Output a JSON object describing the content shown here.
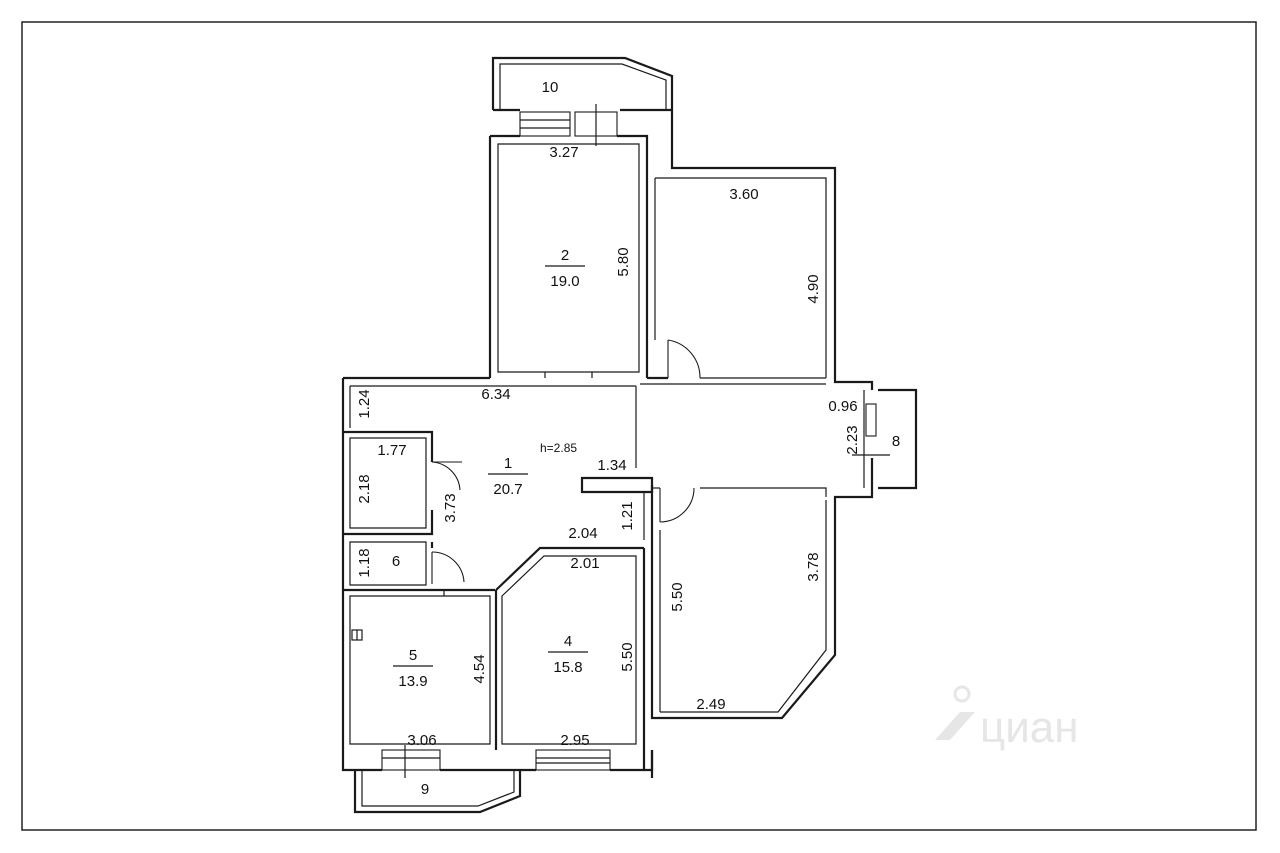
{
  "watermark": "циан",
  "ceiling_height": "h=2.85",
  "rooms": {
    "r1": {
      "number": "1",
      "area": "20.7"
    },
    "r2": {
      "number": "2",
      "area": "19.0"
    },
    "r4": {
      "number": "4",
      "area": "15.8"
    },
    "r5": {
      "number": "5",
      "area": "13.9"
    },
    "r6": {
      "number": "6"
    },
    "r8": {
      "number": "8"
    },
    "r9": {
      "number": "9"
    },
    "r10": {
      "number": "10"
    }
  },
  "dimensions": {
    "d327": "3.27",
    "d580": "5.80",
    "d360": "3.60",
    "d490": "4.90",
    "d634": "6.34",
    "d124": "1.24",
    "d096": "0.96",
    "d223": "2.23",
    "d177": "1.77",
    "d218": "2.18",
    "d373": "3.73",
    "d134": "1.34",
    "d121": "1.21",
    "d204": "2.04",
    "d201": "2.01",
    "d118": "1.18",
    "d550a": "5.50",
    "d378": "3.78",
    "d454": "4.54",
    "d550b": "5.50",
    "d249": "2.49",
    "d306": "3.06",
    "d295": "2.95"
  }
}
